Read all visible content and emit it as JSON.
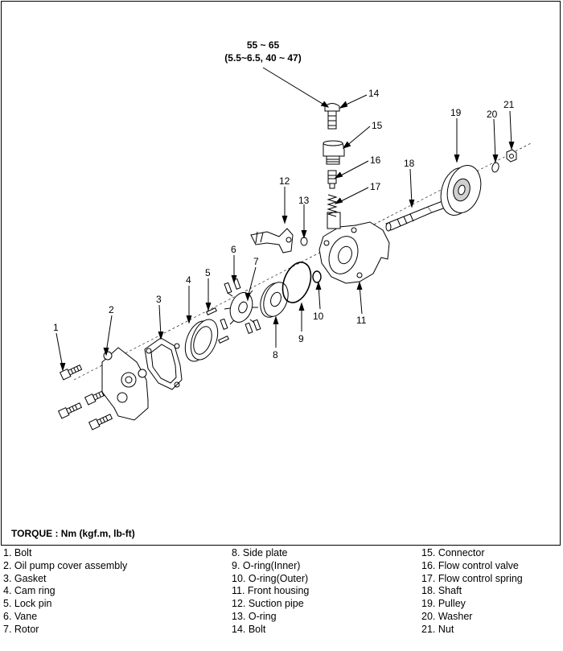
{
  "torque_spec": {
    "line1": "55 ~ 65",
    "line2": "(5.5~6.5, 40 ~ 47)"
  },
  "torque_caption": "TORQUE : Nm (kgf.m, lb-ft)",
  "callouts": {
    "c1": "1",
    "c2": "2",
    "c3": "3",
    "c4": "4",
    "c5": "5",
    "c6": "6",
    "c7": "7",
    "c8": "8",
    "c9": "9",
    "c10": "10",
    "c11": "11",
    "c12": "12",
    "c13": "13",
    "c14": "14",
    "c15": "15",
    "c16": "16",
    "c17": "17",
    "c18": "18",
    "c19": "19",
    "c20": "20",
    "c21": "21"
  },
  "legend": {
    "col_a": [
      "1. Bolt",
      "2. Oil pump cover assembly",
      "3. Gasket",
      "4. Cam ring",
      "5. Lock pin",
      "6. Vane",
      "7. Rotor"
    ],
    "col_b": [
      "8. Side plate",
      "9. O-ring(Inner)",
      "10. O-ring(Outer)",
      "11. Front housing",
      "12. Suction pipe",
      "13. O-ring",
      "14. Bolt"
    ],
    "col_c": [
      "15. Connector",
      "16. Flow control valve",
      "17. Flow control spring",
      "18. Shaft",
      "19. Pulley",
      "20. Washer",
      "21. Nut"
    ]
  },
  "colors": {
    "line": "#000000",
    "part_fill": "#ffffff",
    "shade": "#cfcfcf"
  }
}
